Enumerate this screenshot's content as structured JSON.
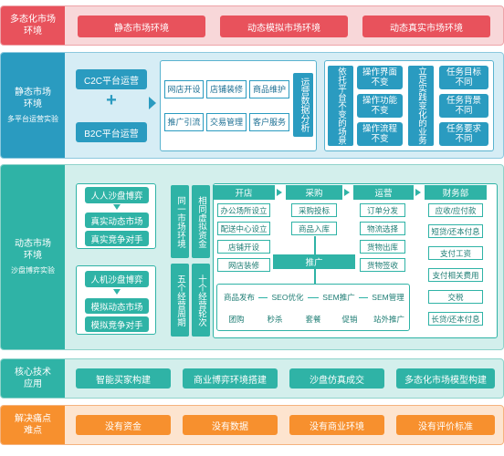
{
  "rows": {
    "row1": {
      "label": "多态化市场环境",
      "items": [
        "静态市场环境",
        "动态模拟市场环境",
        "动态真实市场环境"
      ]
    },
    "row2": {
      "title": "静态市场环境",
      "subtitle": "多平台运营实验",
      "c2c": "C2C平台运营",
      "plus": "+",
      "b2c": "B2C平台运营",
      "ops": [
        "网店开设",
        "店铺装修",
        "商品维护",
        "推广引流",
        "交易管理",
        "客户服务"
      ],
      "analysis": "运营数据分析",
      "depend": "依托平台不变的场景",
      "tasks_a": [
        "操作界面不变",
        "操作功能不变",
        "操作流程不变"
      ],
      "stand": "立足实践变化的业务",
      "tasks_b": [
        "任务目标不同",
        "任务背景不同",
        "任务要求不同"
      ]
    },
    "row3": {
      "title": "动态市场环境",
      "subtitle": "沙盘博弈实验",
      "human_title": "人人沙盘博弈",
      "human_items": [
        "真实动态市场",
        "真实竞争对手"
      ],
      "ai_title": "人机沙盘博弈",
      "ai_items": [
        "模拟动态市场",
        "模拟竞争对手"
      ],
      "same_env": "同一市场环境",
      "same_fund": "相同虚拟资金",
      "five": "五个经营周期",
      "ten": "十个经营轮次",
      "open": {
        "title": "开店",
        "items": [
          "办公场所设立",
          "配送中心设立",
          "店铺开设",
          "网店装修"
        ]
      },
      "purchase": {
        "title": "采购",
        "items": [
          "采购投标",
          "商品入库"
        ]
      },
      "operate": {
        "title": "运营",
        "items": [
          "订单分发",
          "物流选择",
          "货物出库",
          "货物签收"
        ]
      },
      "finance": {
        "title": "财务部",
        "items": [
          "应收/应付款",
          "短贷/还本付息",
          "支付工资",
          "支付相关费用",
          "交税",
          "长贷/还本付息"
        ]
      },
      "promo": {
        "title": "推广",
        "items": [
          "商品发布",
          "SEO优化",
          "SEM推广",
          "SEM管理"
        ]
      },
      "activities": [
        "团购",
        "秒杀",
        "套餐",
        "促销",
        "站外推广"
      ]
    },
    "row4": {
      "label": "核心技术应用",
      "items": [
        "智能买家构建",
        "商业博弈环境搭建",
        "沙盘仿真成交",
        "多态化市场模型构建"
      ]
    },
    "row5": {
      "label": "解决痛点难点",
      "items": [
        "没有资金",
        "没有数据",
        "没有商业环境",
        "没有评价标准"
      ]
    }
  },
  "colors": {
    "red": "#e8525c",
    "blue": "#2a9bc0",
    "teal": "#2fb3a6",
    "orange": "#f7902e"
  }
}
